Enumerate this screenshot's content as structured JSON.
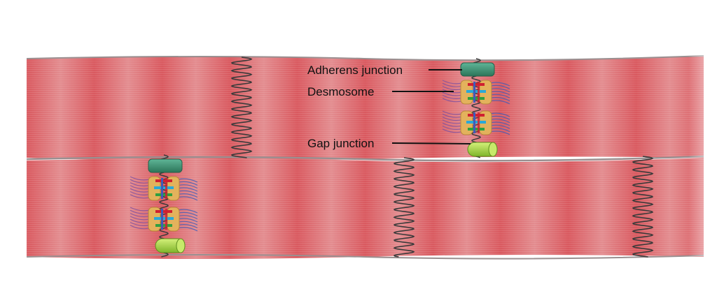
{
  "labels": {
    "adherens": "Adherens junction",
    "desmosome": "Desmosome",
    "gap": "Gap junction"
  },
  "colors": {
    "muscle": "#d9595f",
    "muscle_light": "#eaa3a5",
    "membrane": "#9a8f90",
    "adherens": "#3a8f72",
    "gap": "#9bd33c",
    "plaque": "#e3b25c",
    "filament_blue": "#3f5bb8",
    "filament_red": "#d02030",
    "filament_green": "#30a040",
    "filament_cyan": "#2aa8d8",
    "filament_purple": "#7a4fa0"
  }
}
